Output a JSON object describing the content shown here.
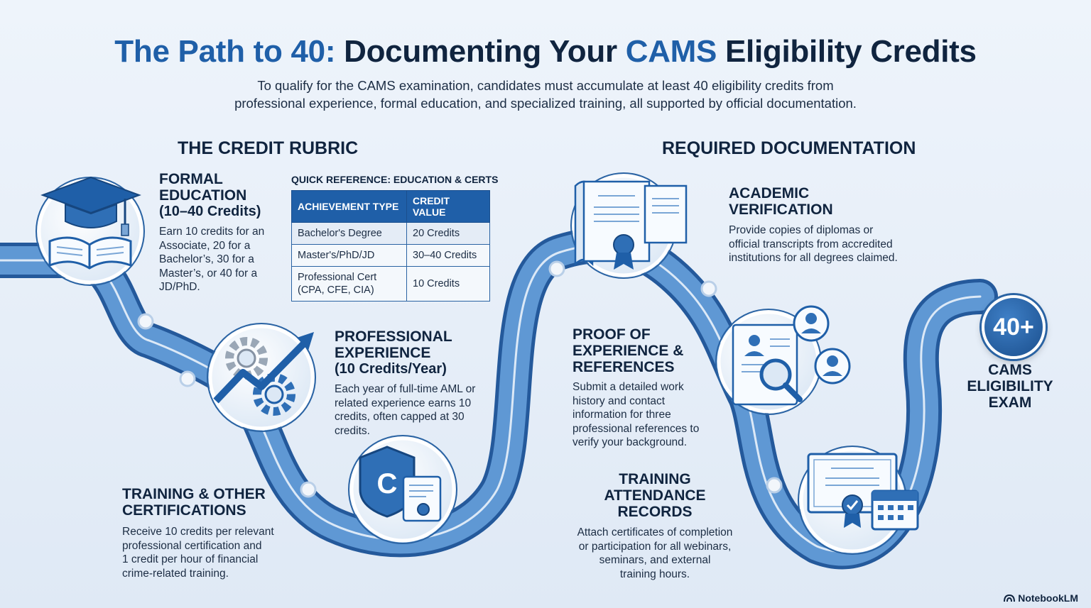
{
  "title": {
    "part1": "The Path to 40: ",
    "part2": "Documenting Your ",
    "part3": "CAMS",
    "part4": " Eligibility Credits"
  },
  "subtitle": {
    "line1": "To qualify for the CAMS examination, candidates must accumulate at least 40 eligibility credits from",
    "line2": "professional experience, formal education, and specialized training, all supported by official documentation."
  },
  "left_heading": "THE CREDIT RUBRIC",
  "right_heading": "REQUIRED DOCUMENTATION",
  "formal_education": {
    "title_l1": "FORMAL",
    "title_l2": "EDUCATION",
    "credits": "(10–40 Credits)",
    "body": [
      "Earn 10 credits for an",
      "Associate, 20 for a",
      "Bachelor’s, 30 for a",
      "Master’s, or 40 for a",
      "JD/PhD."
    ]
  },
  "quick_reference": {
    "title": "QUICK REFERENCE: EDUCATION & CERTS",
    "headers": [
      "ACHIEVEMENT TYPE",
      "CREDIT VALUE"
    ],
    "rows": [
      {
        "type": [
          "Bachelor's Degree"
        ],
        "value": "20 Credits"
      },
      {
        "type": [
          "Master's/PhD/JD"
        ],
        "value": "30–40 Credits"
      },
      {
        "type": [
          "Professional Cert",
          "(CPA, CFE, CIA)"
        ],
        "value": "10 Credits"
      }
    ]
  },
  "professional_experience": {
    "title_l1": "PROFESSIONAL",
    "title_l2": "EXPERIENCE",
    "credits": "(10 Credits/Year)",
    "body": [
      "Each year of full-time AML or",
      "related experience earns 10",
      "credits, often capped at 30",
      "credits."
    ]
  },
  "training": {
    "title_l1": "TRAINING & OTHER",
    "title_l2": "CERTIFICATIONS",
    "body": [
      "Receive 10 credits per relevant",
      "professional certification and",
      "1 credit per hour of financial",
      "crime-related training."
    ]
  },
  "academic": {
    "title_l1": "ACADEMIC",
    "title_l2": "VERIFICATION",
    "body": [
      "Provide copies of diplomas or",
      "official transcripts from accredited",
      "institutions for all degrees claimed."
    ]
  },
  "proof": {
    "title_l1": "PROOF OF",
    "title_l2": "EXPERIENCE &",
    "title_l3": "REFERENCES",
    "body": [
      "Submit a detailed work",
      "history and contact",
      "information for three",
      "professional references to",
      "verify your background."
    ]
  },
  "attendance": {
    "title_l1": "TRAINING",
    "title_l2": "ATTENDANCE",
    "title_l3": "RECORDS",
    "body": [
      "Attach certificates of completion",
      "or participation for all webinars,",
      "seminars, and external",
      "training hours."
    ]
  },
  "badge": "40+",
  "exam": {
    "l1": "CAMS",
    "l2": "ELIGIBILITY",
    "l3": "EXAM"
  },
  "brand": "NotebookLM",
  "icons": [
    "graduation-cap-book-icon",
    "gears-growth-arrow-icon",
    "shield-certificate-icon",
    "diploma-document-icon",
    "profile-search-icon",
    "certificate-calendar-icon",
    "notebooklm-logo-icon"
  ],
  "colors": {
    "primary": "#1f5fa8",
    "dark": "#10243f",
    "road": "#2f6fb6",
    "background": "#e9f1fa"
  }
}
